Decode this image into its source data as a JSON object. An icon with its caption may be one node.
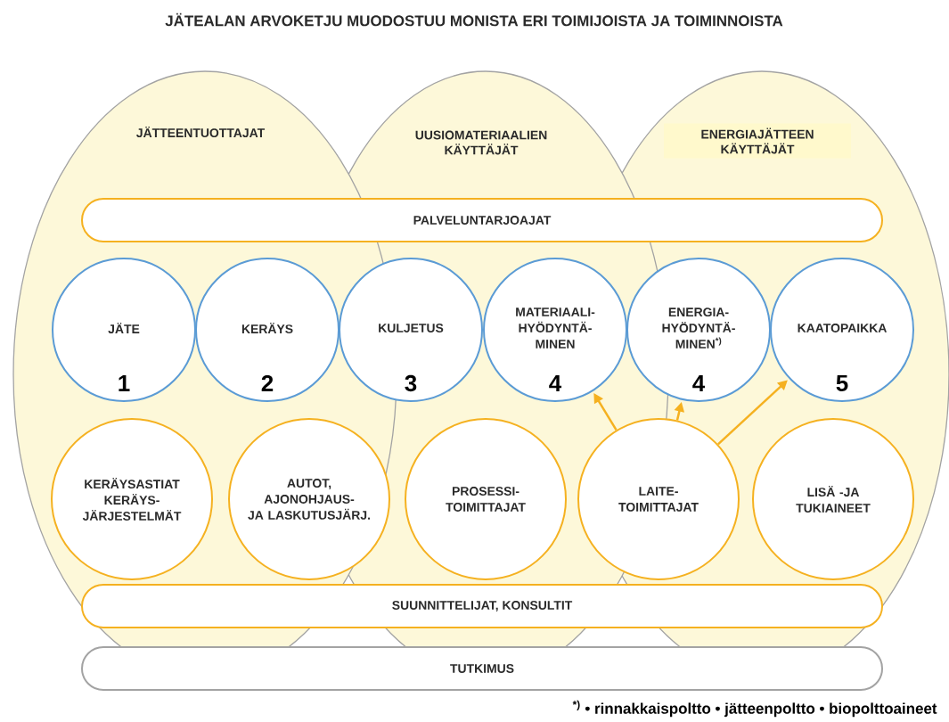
{
  "diagram": {
    "title": "JÄTEALAN ARVOKETJU MUODOSTUU MONISTA ERI TOIMIJOISTA JA TOIMINNOISTA",
    "nodes": [
      {
        "text": [
          "JÄTTEENTUOTTAJAT"
        ]
      },
      {
        "text": [
          "UUSIOMATERIAALIEN KÄYTTÄJÄT"
        ]
      },
      {
        "text": [
          "ENERGIAJÄTTEEN KÄYTTÄJÄT"
        ]
      },
      {
        "text": [
          "PALVELUNTARJOAJAT"
        ]
      },
      {
        "text": [
          "JÄTE",
          "1"
        ]
      },
      {
        "text": [
          "KERÄYS",
          "2"
        ]
      },
      {
        "text": [
          "KULJETUS",
          "3"
        ]
      },
      {
        "text": [
          "MATERIAALI- HYÖDYNTÄ- MINEN",
          "4"
        ]
      },
      {
        "text": [
          "ENERGIA- HYÖDYNTÄ- MINEN$^{*)}$",
          "4"
        ]
      },
      {
        "text": [
          "KAATOPAIKKA",
          "5"
        ]
      },
      {
        "text": [
          "KERÄYSASTIAT KERÄYS- JÄRJESTELMÄT"
        ]
      },
      {
        "text": [
          "AUTOT, AJONOHJAUS- JA LASKUTUSJÄRJ."
        ]
      },
      {
        "text": [
          "PROSESSI- TOIMITTAJAT"
        ]
      },
      {
        "text": [
          "LAITE- TOIMITTAJAT"
        ]
      },
      {
        "text": [
          "LISÄ -JA TUKIAINEET"
        ]
      },
      {
        "text": [
          "SUUNNITTELIJAT, KONSULTIT"
        ]
      },
      {
        "text": [
          "TUTKIMUS"
        ]
      }
    ],
    "edges": [
      {
        "from": 13,
        "to": 7,
        "arrow": "to"
      },
      {
        "from": 13,
        "to": 8,
        "arrow": "to"
      },
      {
        "from": 13,
        "to": 9,
        "arrow": "to"
      }
    ],
    "labels": [
      "$^{*)}$ • rinnakkaispoltto • jätteenpoltto • biopolttoaineet"
    ]
  }
}
